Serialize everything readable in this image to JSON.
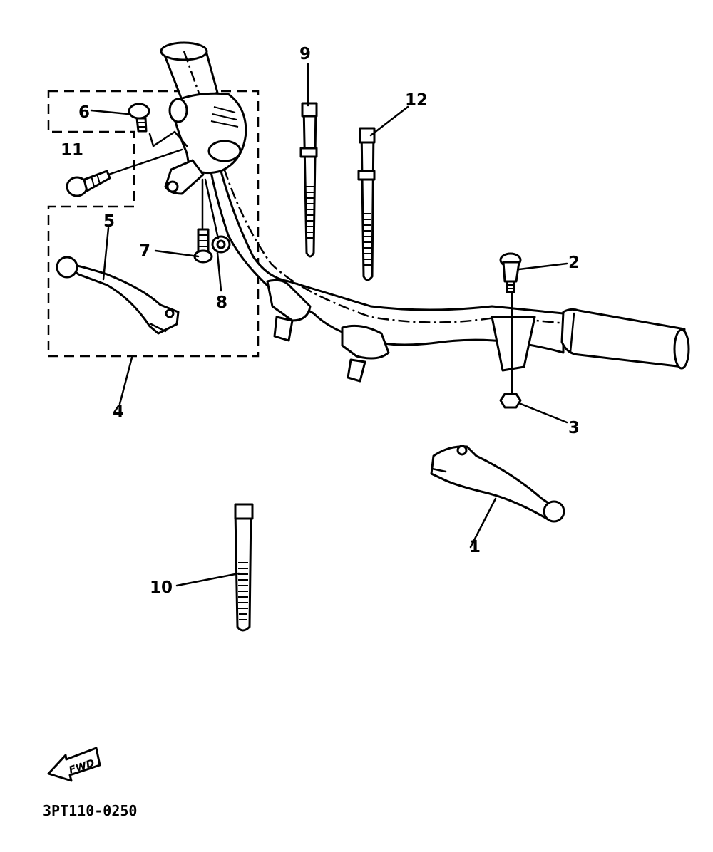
{
  "labels": {
    "l1": "1",
    "l2": "2",
    "l3": "3",
    "l4": "4",
    "l5": "5",
    "l6": "6",
    "l7": "7",
    "l8": "8",
    "l9": "9",
    "l10": "10",
    "l11": "11",
    "l12": "12"
  },
  "fwd_label": "FWD",
  "diagram_code": "3PT110-0250",
  "icons": {
    "direction_arrow": "fwd-arrow-icon"
  }
}
